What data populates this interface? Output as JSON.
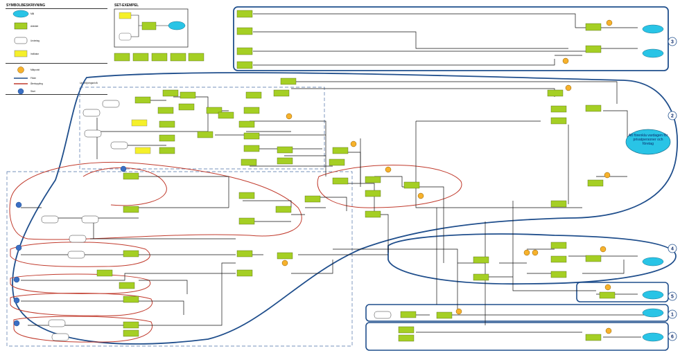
{
  "legend": {
    "title": "SYMBOLBESKRIVNING",
    "items": [
      {
        "symbol": "ellipse",
        "color": "#29c4e6",
        "label": "Mål"
      },
      {
        "symbol": "green-box",
        "color": "#a5cf24",
        "label": "Aktivitet"
      },
      {
        "symbol": "white-box",
        "color": "#ffffff",
        "label": "Underlag"
      },
      {
        "symbol": "yellow-box",
        "color": "#f5f02a",
        "label": "Indikator"
      },
      {
        "symbol": "orange-circle",
        "color": "#f7b22c",
        "label": "Mätpunkt"
      },
      {
        "symbol": "blue-line",
        "color": "#1f4e8c",
        "label": "Flöde"
      },
      {
        "symbol": "red-line",
        "color": "#c0392b",
        "label": "Återkoppling"
      },
      {
        "symbol": "blue-circle",
        "color": "#3b6fc4",
        "label": "Start"
      }
    ]
  },
  "example": {
    "title": "SET-EXEMPEL",
    "label": "Uppföljningsnivå"
  },
  "goal": {
    "text": "Att förenkla vardagen för privatpersoner och företag",
    "color": "#29c4e6"
  },
  "groups": [
    {
      "number": "3",
      "color": "#1f4e8c"
    },
    {
      "number": "2",
      "color": "#1f4e8c"
    },
    {
      "number": "4",
      "color": "#1f4e8c"
    },
    {
      "number": "5",
      "color": "#1f4e8c"
    },
    {
      "number": "1",
      "color": "#1f4e8c"
    },
    {
      "number": "6",
      "color": "#1f4e8c"
    }
  ],
  "colors": {
    "activity": "#a5cf24",
    "indicator": "#f5f02a",
    "target": "#29c4e6",
    "measure": "#f7b22c",
    "flow": "#1f4e8c",
    "feedback": "#c0392b",
    "start": "#3b6fc4",
    "line": "#111111"
  }
}
